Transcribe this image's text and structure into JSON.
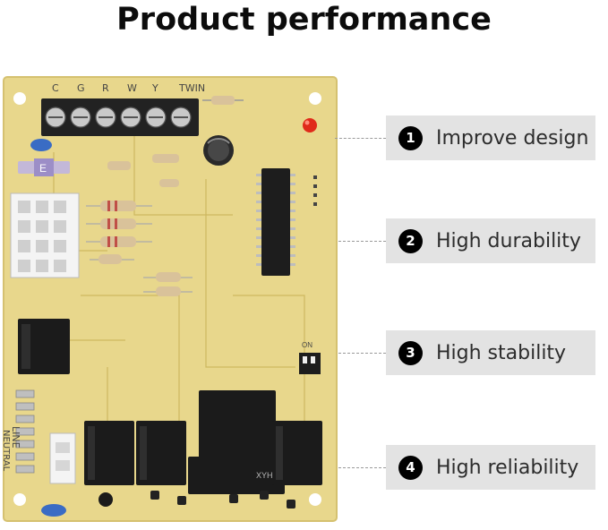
{
  "title": "Product performance",
  "features": [
    {
      "number": "1",
      "label": "Improve design"
    },
    {
      "number": "2",
      "label": "High durability"
    },
    {
      "number": "3",
      "label": "High stability"
    },
    {
      "number": "4",
      "label": "High reliability"
    }
  ],
  "board": {
    "terminal_labels": [
      "C",
      "G",
      "R",
      "W",
      "Y",
      "TWIN"
    ],
    "side_labels": [
      "LINE",
      "NEUTRAL"
    ],
    "fuse_label": "E",
    "switch_label": "ON",
    "relay_brand": "XYH",
    "colors": {
      "board": "#e8d78c",
      "board_edge": "#d9c674",
      "relay": "#1b1b1b",
      "resistor": "#d9c29a",
      "led": "#e02a1a",
      "accent_blue": "#3a6cc4"
    }
  }
}
